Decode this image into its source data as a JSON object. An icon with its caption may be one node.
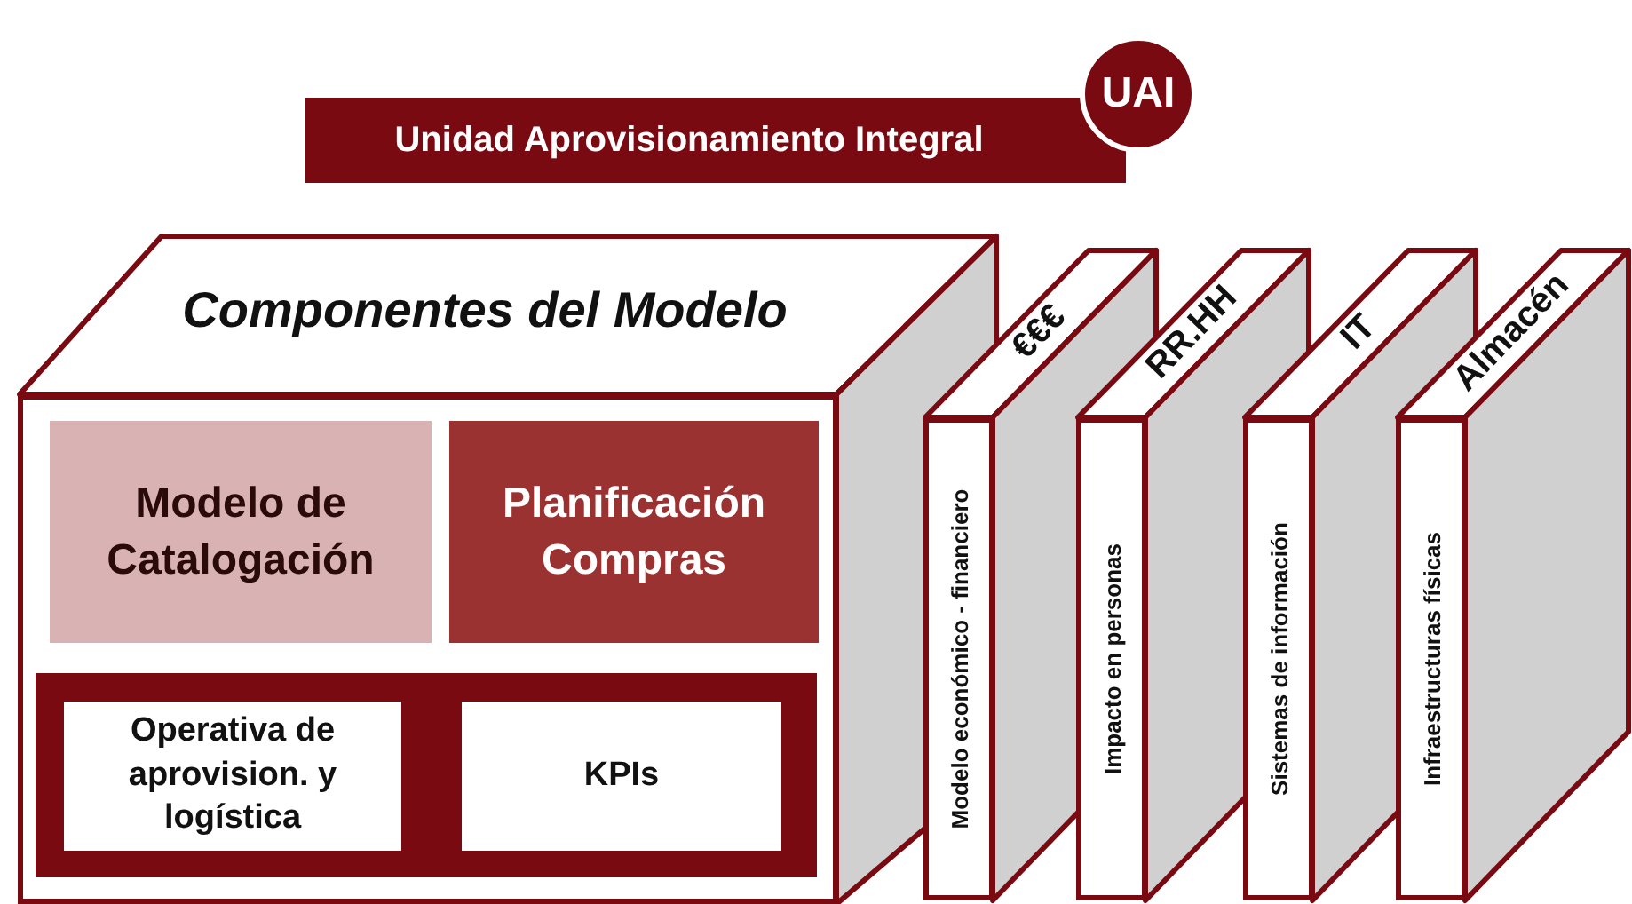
{
  "diagram": {
    "nodes": [
      {
        "text": [
          "Unidad Aprovisionamiento Integral"
        ]
      },
      {
        "text": [
          "UAI"
        ]
      },
      {
        "text": [
          "Componentes del Modelo"
        ]
      },
      {
        "text": [
          "Modelo de Catalogación"
        ],
        "in": 2
      },
      {
        "text": [
          "Planificación Compras"
        ],
        "in": 2
      },
      {
        "text": [],
        "shape": "box",
        "in": 2
      },
      {
        "text": [
          "Operativa de aprovision. y logística"
        ],
        "in": 5
      },
      {
        "text": [
          "KPIs"
        ],
        "in": 5
      },
      {
        "text": [
          "Modelo económico - financiero"
        ],
        "beside": [
          "€€€"
        ]
      },
      {
        "text": [
          "Impacto en personas"
        ],
        "beside": [
          "RR.HH"
        ]
      },
      {
        "text": [
          "Sistemas de información"
        ],
        "beside": [
          "IT"
        ]
      },
      {
        "text": [
          "Infraestructuras físicas"
        ],
        "beside": [
          "Almacén"
        ]
      }
    ],
    "edges": []
  }
}
